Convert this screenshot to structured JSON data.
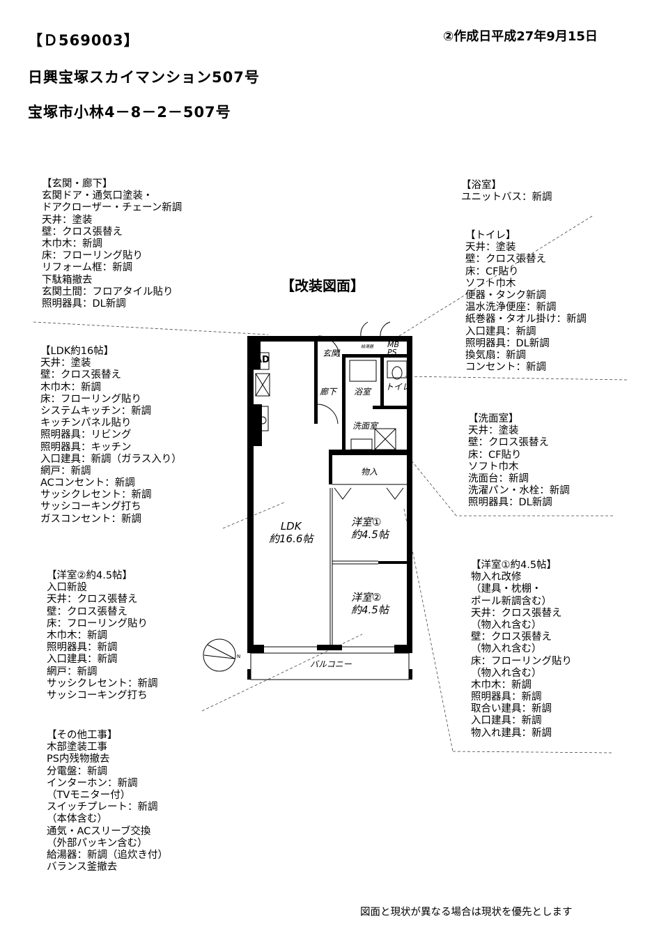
{
  "header": {
    "code": "【Ｄ569003】",
    "date": "②作成日平成27年9月15日",
    "building": "日興宝塚スカイマンション507号",
    "address": "宝塚市小林4－8－2－507号",
    "plan_title": "【改装図面】"
  },
  "sections": {
    "entrance": [
      "【玄関・廊下】",
      "玄関ドア・通気口塗装・",
      "ドアクローザー・チェーン新調",
      "天井：塗装",
      "壁：クロス張替え",
      "木巾木：新調",
      "床：フローリング貼り",
      "リフォーム框：新調",
      "下駄箱撤去",
      "玄関土間：フロアタイル貼り",
      "照明器具：DL新調"
    ],
    "bath": [
      "【浴室】",
      "ユニットバス：新調"
    ],
    "toilet": [
      "【トイレ】",
      "天井：塗装",
      "壁：クロス張替え",
      "床：CF貼り",
      "ソフト巾木",
      "便器・タンク新調",
      "温水洗浄便座：新調",
      "紙巻器・タオル掛け：新調",
      "入口建具：新調",
      "照明器具：DL新調",
      "換気扇：新調",
      "コンセント：新調"
    ],
    "ldk": [
      "【LDK約16帖】",
      "天井：塗装",
      "壁：クロス張替え",
      "木巾木：新調",
      "床：フローリング貼り",
      "システムキッチン：新調",
      "キッチンパネル貼り",
      "照明器具：リビング",
      "照明器具：キッチン",
      "入口建具：新調（ガラス入り）",
      "網戸：新調",
      "ACコンセント：新調",
      "サッシクレセント：新調",
      "サッシコーキング打ち",
      "ガスコンセント：新調"
    ],
    "washroom": [
      "【洗面室】",
      "天井：塗装",
      "壁：クロス張替え",
      "床：CF貼り",
      "ソフト巾木",
      "洗面台：新調",
      "洗濯パン・水栓：新調",
      "照明器具：DL新調"
    ],
    "room2": [
      "【洋室②約4.5帖】",
      "入口新設",
      "天井：クロス張替え",
      "壁：クロス張替え",
      "床：フローリング貼り",
      "木巾木：新調",
      "照明器具：新調",
      "入口建具：新調",
      "網戸：新調",
      "サッシクレセント：新調",
      "サッシコーキング打ち"
    ],
    "room1": [
      "【洋室①約4.5帖】",
      "物入れ改修",
      "（建具・枕棚・",
      "ポール新調含む）",
      "天井：クロス張替え",
      "（物入れ含む）",
      "壁：クロス張替え",
      "（物入れ含む）",
      "床：フローリング貼り",
      "（物入れ含む）",
      "木巾木：新調",
      "照明器具：新調",
      "取合い建具：新調",
      "入口建具：新調",
      "物入れ建具：新調"
    ],
    "other": [
      "【その他工事】",
      "木部塗装工事",
      "PS内残物撤去",
      "分電盤：新調",
      "インターホン：新調",
      "（TVモニター付）",
      "スイッチプレート：新調",
      "（本体含む）",
      "通気・ACスリーブ交換",
      "（外部パッキン含む）",
      "給湯器：新調（追炊き付）",
      "バランス釜撤去"
    ]
  },
  "plan_labels": {
    "ad": "AD",
    "genkan": "玄関",
    "kyutoki": "給湯器",
    "mb": "MB",
    "ps": "PS",
    "roka": "廊下",
    "yokushitsu": "浴室",
    "toilet": "トイレ",
    "senmen": "洗面室",
    "monoire": "物入",
    "ldk": "LDK",
    "ldk_size": "約16.6帖",
    "room1": "洋室①",
    "room1_size": "約4.5帖",
    "room2": "洋室②",
    "room2_size": "約4.5帖",
    "balcony": "バルコニー",
    "north": "N"
  },
  "footer": {
    "note": "図面と現状が異なる場合は現状を優先とします"
  }
}
